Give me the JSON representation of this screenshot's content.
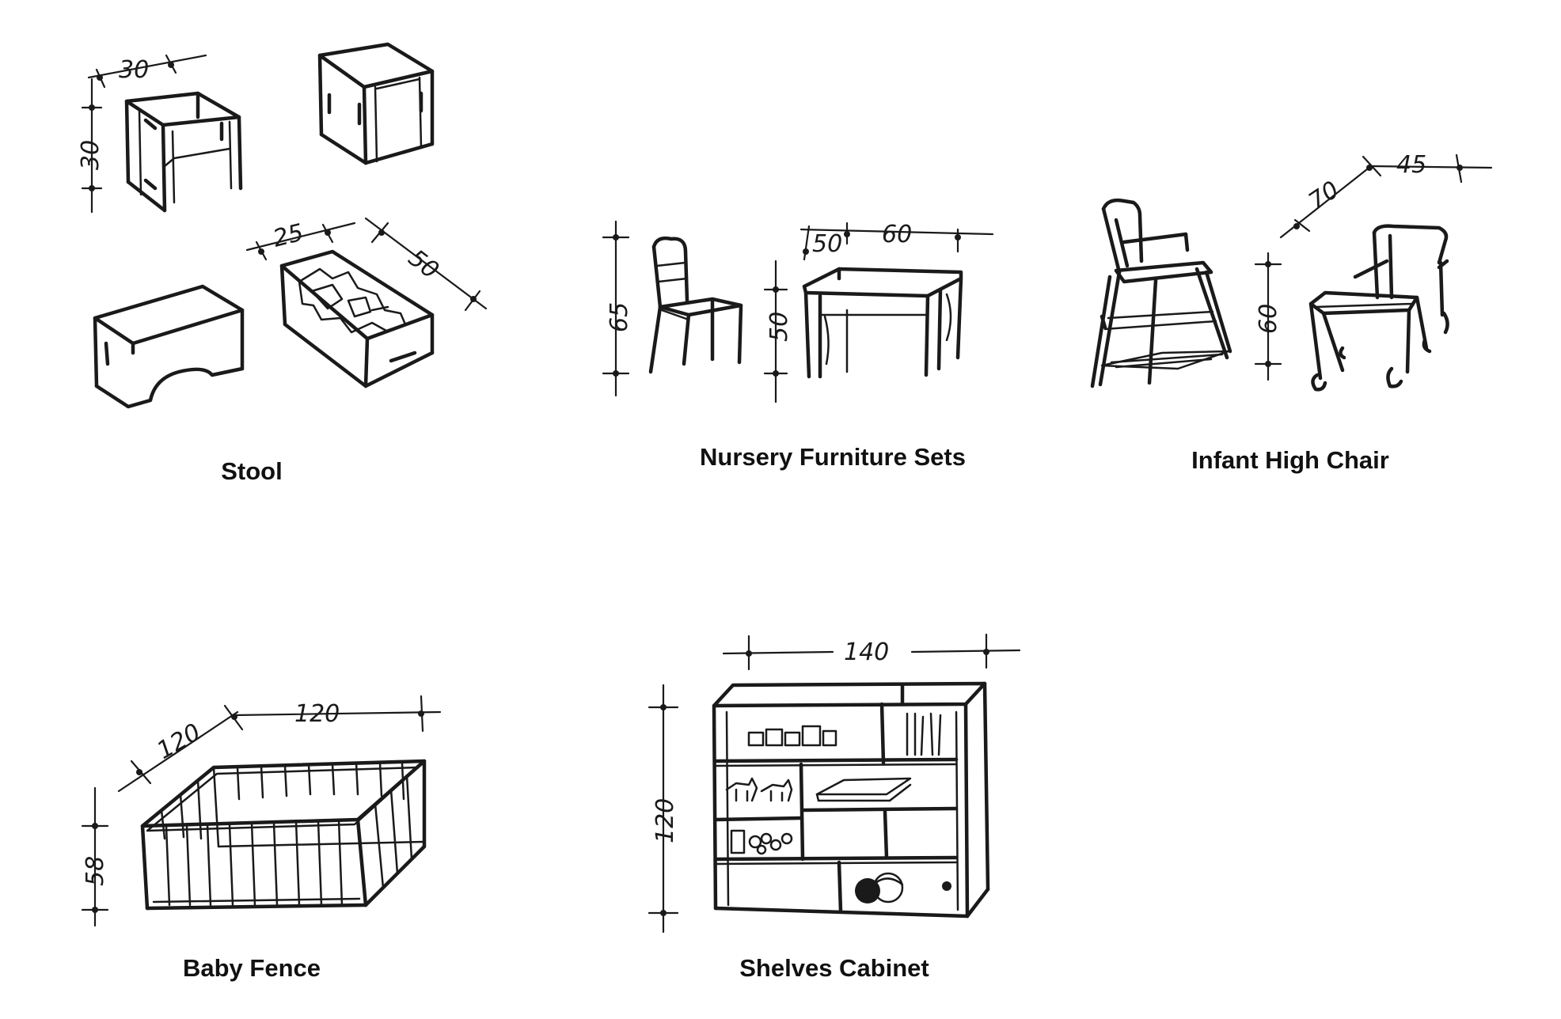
{
  "captions": {
    "stool": "Stool",
    "nursery": "Nursery Furniture Sets",
    "high_chair": "Infant High Chair",
    "baby_fence": "Baby Fence",
    "shelves": "Shelves Cabinet"
  },
  "dimensions": {
    "stool_width": "30",
    "stool_height": "30",
    "stool_box_width": "25",
    "stool_box_length": "50",
    "chair_height": "65",
    "desk_depth": "50",
    "desk_width": "60",
    "desk_height": "50",
    "high_chair_length": "70",
    "high_chair_width": "45",
    "high_chair_height": "60",
    "fence_depth": "120",
    "fence_width": "120",
    "fence_height": "58",
    "shelves_width": "140",
    "shelves_height": "120"
  }
}
